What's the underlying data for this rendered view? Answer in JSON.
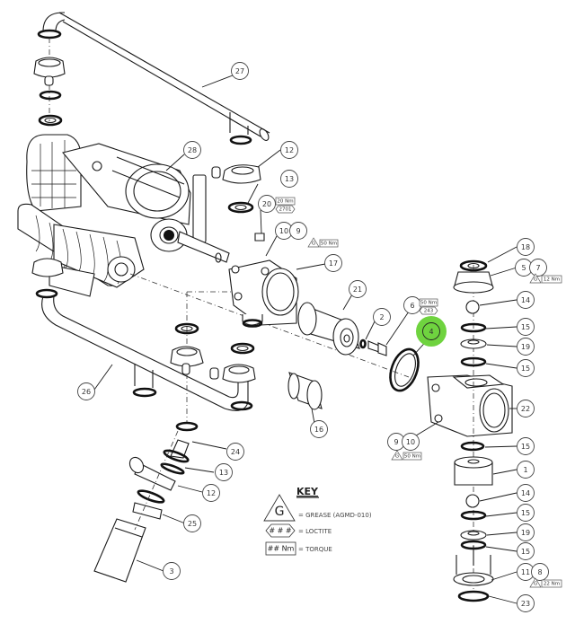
{
  "diagram": {
    "type": "exploded-parts-view",
    "highlight_color": "#6fd33f",
    "highlighted_item": "4",
    "balloons": [
      {
        "id": "27",
        "label": "27"
      },
      {
        "id": "28",
        "label": "28"
      },
      {
        "id": "12a",
        "label": "12"
      },
      {
        "id": "13a",
        "label": "13"
      },
      {
        "id": "20",
        "label": "20"
      },
      {
        "id": "10a",
        "label": "10"
      },
      {
        "id": "9a",
        "label": "9"
      },
      {
        "id": "17",
        "label": "17"
      },
      {
        "id": "21",
        "label": "21"
      },
      {
        "id": "2",
        "label": "2"
      },
      {
        "id": "6",
        "label": "6"
      },
      {
        "id": "4",
        "label": "4"
      },
      {
        "id": "16",
        "label": "16"
      },
      {
        "id": "26",
        "label": "26"
      },
      {
        "id": "24",
        "label": "24"
      },
      {
        "id": "13b",
        "label": "13"
      },
      {
        "id": "12b",
        "label": "12"
      },
      {
        "id": "25",
        "label": "25"
      },
      {
        "id": "3",
        "label": "3"
      },
      {
        "id": "9b",
        "label": "9"
      },
      {
        "id": "10b",
        "label": "10"
      },
      {
        "id": "18",
        "label": "18"
      },
      {
        "id": "5",
        "label": "5"
      },
      {
        "id": "7",
        "label": "7"
      },
      {
        "id": "14a",
        "label": "14"
      },
      {
        "id": "15a",
        "label": "15"
      },
      {
        "id": "19a",
        "label": "19"
      },
      {
        "id": "15b",
        "label": "15"
      },
      {
        "id": "22",
        "label": "22"
      },
      {
        "id": "15c",
        "label": "15"
      },
      {
        "id": "1",
        "label": "1"
      },
      {
        "id": "14b",
        "label": "14"
      },
      {
        "id": "15d",
        "label": "15"
      },
      {
        "id": "19b",
        "label": "19"
      },
      {
        "id": "15e",
        "label": "15"
      },
      {
        "id": "11",
        "label": "11"
      },
      {
        "id": "8",
        "label": "8"
      },
      {
        "id": "23",
        "label": "23"
      }
    ],
    "annotations": {
      "item20_torque": "20 Nm",
      "item20_loctite": "2701",
      "item9a_torque": "50 Nm",
      "item9a_grease": "G",
      "item6_torque": "50 Nm",
      "item6_loctite": "243",
      "item9b_torque": "50 Nm",
      "item9b_grease": "G",
      "item7_torque": "12 Nm",
      "item7_grease": "G",
      "item8_torque": "22 Nm",
      "item8_grease": "G"
    }
  },
  "key": {
    "title": "KEY",
    "entries": [
      {
        "symbol": "G",
        "symbol_shape": "triangle",
        "text": "= GREASE (AGMD-010)"
      },
      {
        "symbol": "# # #",
        "symbol_shape": "hexagon",
        "text": "= LOCTITE"
      },
      {
        "symbol": "## Nm",
        "symbol_shape": "rectangle",
        "text": "= TORQUE"
      }
    ]
  }
}
